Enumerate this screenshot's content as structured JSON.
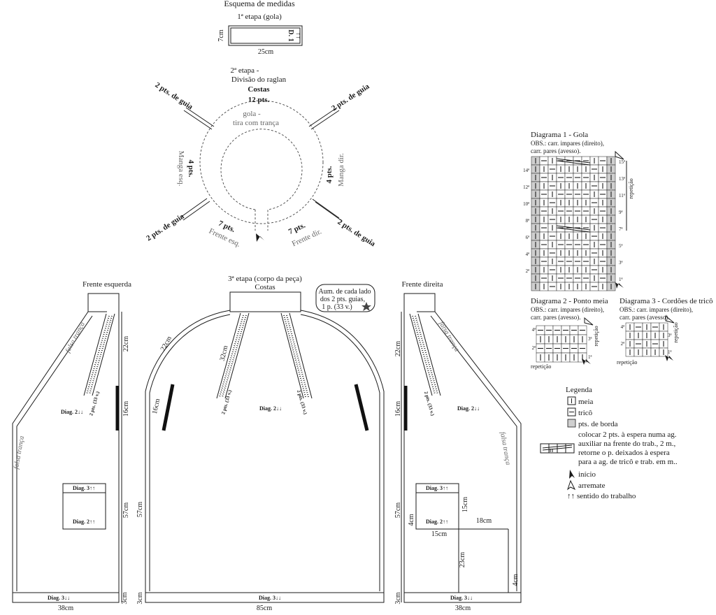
{
  "title": "Esquema de medidas",
  "stage1": {
    "title": "1ª etapa (gola)",
    "height": "7cm",
    "width": "25cm",
    "diag": "D. 1",
    "arrows": "↑↑"
  },
  "stage2": {
    "title1": "2ª etapa -",
    "title2": "Divisão do raglan",
    "back": "Costas",
    "back_pts": "12 pts.",
    "collar1": "gola -",
    "collar2": "tira com trança",
    "guide": "2 pts. de guia",
    "left_sleeve": "Manga esq.",
    "right_sleeve": "Manga dir.",
    "sleeve_pts": "4 pts.",
    "front_pts": "7 pts.",
    "front_left": "Frente esq.",
    "front_right": "Frente dir."
  },
  "stage3": {
    "title": "3ª etapa (corpo da peça)",
    "back": "Costas",
    "note1": "Aum. de cada lado",
    "note2": "dos 2 pts. guias,",
    "note3": "1 p. (33 v.)",
    "m22": "22cm",
    "m32": "32cm",
    "m16": "16cm",
    "m57": "57cm",
    "m3": "3cm",
    "m85": "85cm",
    "guide_small": "2 pts. (33 v.)",
    "diag2_down": "Diag. 2↓↓",
    "diag3_down": "Diag. 3↓↓"
  },
  "front_left": {
    "title": "Frente esquerda",
    "false_braid": "falsa trança",
    "m22": "22cm",
    "m16": "16cm",
    "m57": "57cm",
    "m3": "3cm",
    "m38": "38cm",
    "diag2_down": "Diag. 2↓↓",
    "diag3_up": "Diag. 3↑↑",
    "diag2_up": "Diag. 2↑↑",
    "diag3_down": "Diag. 3↓↓",
    "guide_small": "2 pts. (33 v.)"
  },
  "front_right": {
    "title": "Frente direita",
    "false_braid": "falsa trança",
    "m22": "22cm",
    "m16": "16cm",
    "m57": "57cm",
    "m3": "3cm",
    "m38": "38cm",
    "m15v": "15cm",
    "m15h": "15cm",
    "m4a": "4cm",
    "m18": "18cm",
    "m23": "23cm",
    "m4b": "4cm",
    "diag2_down": "Diag. 2↓↓",
    "diag3_up": "Diag. 3↑↑",
    "diag2_up": "Diag. 2↑↑",
    "diag3_down": "Diag. 3↓↓",
    "guide_small": "2 pts. (33 v.)"
  },
  "diagram1": {
    "title": "Diagrama 1 - Gola",
    "obs1": "OBS.: carr. impares (direito),",
    "obs2": "carr. pares (avesso).",
    "left_rows": [
      "14ª",
      "12ª",
      "10ª",
      "8ª",
      "6ª",
      "4ª",
      "2ª"
    ],
    "right_rows": [
      "15ª",
      "13ª",
      "11ª",
      "9ª",
      "7ª",
      "5ª",
      "3ª",
      "1ª"
    ],
    "repeat": "repetição"
  },
  "diagram2": {
    "title": "Diagrama 2 - Ponto meia",
    "obs1": "OBS.: carr. impares (direito),",
    "obs2": "carr. pares (avesso).",
    "left_rows": [
      "4ª",
      "2ª"
    ],
    "right_rows": [
      "3ª",
      "1ª"
    ],
    "repeat_v": "repetição",
    "repeat_h": "repetição"
  },
  "diagram3": {
    "title": "Diagrama 3 - Cordões de tricô",
    "obs1": "OBS.: carr. impares (direito),",
    "obs2": "carr. pares (avesso).",
    "left_rows": [
      "4ª",
      "2ª"
    ],
    "right_rows": [
      "3ª",
      "1ª"
    ],
    "repeat_v": "repetição",
    "repeat_h": "repetição"
  },
  "legend": {
    "title": "Legenda",
    "knit": "meia",
    "purl": "tricô",
    "edge": "pts. de borda",
    "cable1": "colocar 2 pts. à espera numa ag.",
    "cable2": "auxiliar na frente do trab., 2 m.,",
    "cable3": "retorne o p. deixados à espera",
    "cable4": "para a ag. de tricô e trab. em m..",
    "start": "início",
    "finish": "arremate",
    "direction": "sentido do trabalho",
    "arrows": "↑↑"
  },
  "colors": {
    "ink": "#1a1a1a",
    "edge_gray": "#cfcfcf",
    "muted": "#666666"
  }
}
